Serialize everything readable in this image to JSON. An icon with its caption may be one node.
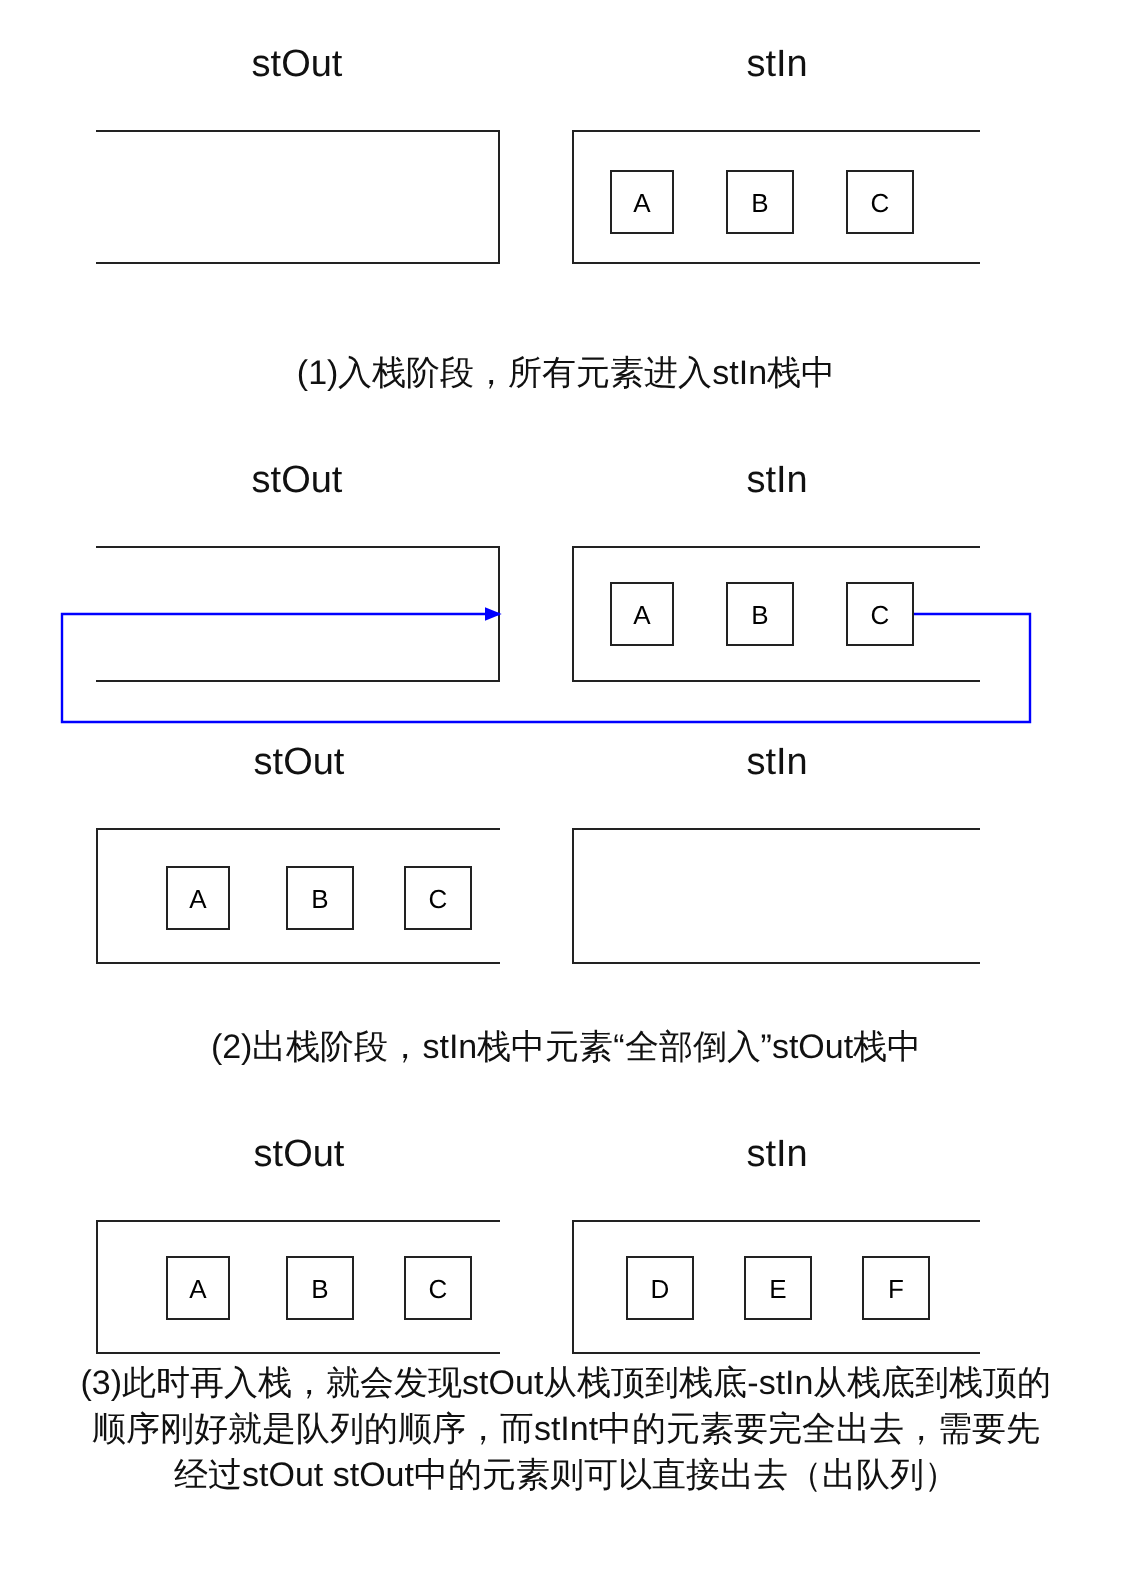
{
  "diagram": {
    "nodes": [
      {
        "text": [
          "stOut"
        ]
      },
      {
        "text": [
          "stIn"
        ]
      },
      {
        "text": [
          "A"
        ],
        "in": 1
      },
      {
        "text": [
          "B"
        ],
        "in": 1
      },
      {
        "text": [
          "C"
        ],
        "in": 1
      },
      {
        "text": [
          "stOut"
        ]
      },
      {
        "text": [
          "stIn"
        ]
      },
      {
        "text": [
          "A"
        ],
        "in": 6
      },
      {
        "text": [
          "B"
        ],
        "in": 6
      },
      {
        "text": [
          "C"
        ],
        "in": 6
      },
      {
        "text": [
          "stOut"
        ]
      },
      {
        "text": [
          "A"
        ],
        "in": 10
      },
      {
        "text": [
          "B"
        ],
        "in": 10
      },
      {
        "text": [
          "C"
        ],
        "in": 10
      },
      {
        "text": [
          "stIn"
        ]
      },
      {
        "text": [
          "stOut"
        ]
      },
      {
        "text": [
          "A"
        ],
        "in": 15
      },
      {
        "text": [
          "B"
        ],
        "in": 15
      },
      {
        "text": [
          "C"
        ],
        "in": 15
      },
      {
        "text": [
          "stIn"
        ]
      },
      {
        "text": [
          "D"
        ],
        "in": 19
      },
      {
        "text": [
          "E"
        ],
        "in": 19
      },
      {
        "text": [
          "F"
        ],
        "in": 19
      }
    ],
    "edges": [
      {
        "from": 9,
        "to": 5,
        "arrow": "to",
        "color": "#0000ff"
      }
    ],
    "labels": [
      "(1)入栈阶段，所有元素进入stIn栈中",
      "(2)出栈阶段，stIn栈中元素“全部倒入”stOut栈中",
      "(3)此时再入栈，就会发现stOut从栈顶到栈底-stIn从栈底到栈顶的顺序刚好就是队列的顺序，而stInt中的元素要完全出去，需要先经过stOut stOut中的元素则可以直接出去（出队列）"
    ]
  }
}
